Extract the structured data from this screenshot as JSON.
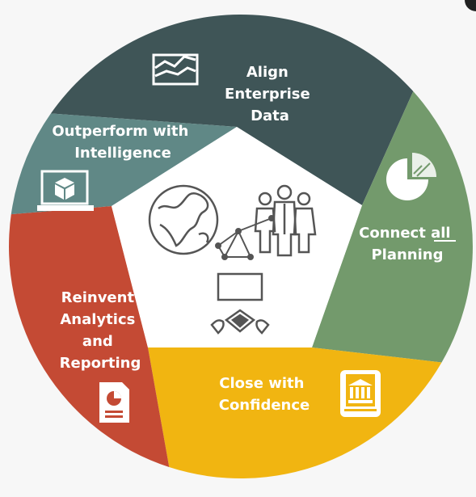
{
  "diagram": {
    "segments": [
      {
        "id": "align",
        "lines": [
          "Align",
          "Enterprise",
          "Data"
        ],
        "color": "#3f5557"
      },
      {
        "id": "connect",
        "lines": [
          "Connect all",
          "Planning"
        ],
        "underline_word": "all",
        "color": "#739a6c"
      },
      {
        "id": "close",
        "lines": [
          "Close with",
          "Confidence"
        ],
        "color": "#f1b511"
      },
      {
        "id": "reinvent",
        "lines": [
          "Reinvent",
          "Analytics",
          "and",
          "Reporting"
        ],
        "color": "#c44a34"
      },
      {
        "id": "outperform",
        "lines": [
          "Outperform with",
          "Intelligence"
        ],
        "color": "#608886"
      }
    ],
    "center_color": "#ffffff",
    "icon_color": "#555555",
    "segment_icons": [
      "chart-area-icon",
      "pie-chart-icon",
      "bank-book-icon",
      "report-pie-icon",
      "monitor-cube-icon"
    ],
    "center_icons": [
      "globe-icon",
      "network-triangle-icon",
      "people-group-icon",
      "meeting-screen-icon"
    ]
  }
}
